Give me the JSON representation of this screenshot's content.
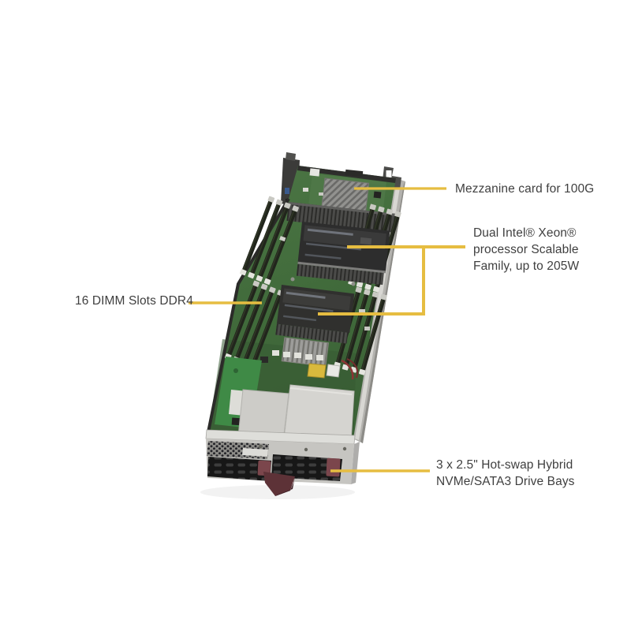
{
  "annotations": {
    "mezzanine": {
      "text": "Mezzanine card for 100G"
    },
    "cpu": {
      "text": "Dual Intel® Xeon®\nprocessor Scalable\nFamily, up to 205W"
    },
    "dimm": {
      "text": "16 DIMM Slots DDR4"
    },
    "drive": {
      "text": "3 x 2.5\" Hot-swap Hybrid\nNVMe/SATA3 Drive Bays"
    }
  },
  "colors": {
    "callout_line": "#e6bd41",
    "label_text": "#3f3f3f",
    "pcb_green": "#47703f",
    "heatsink_dark": "#2d2d2d",
    "chassis_metal": "#c6c5c1",
    "latch_maroon": "#7b464c"
  }
}
